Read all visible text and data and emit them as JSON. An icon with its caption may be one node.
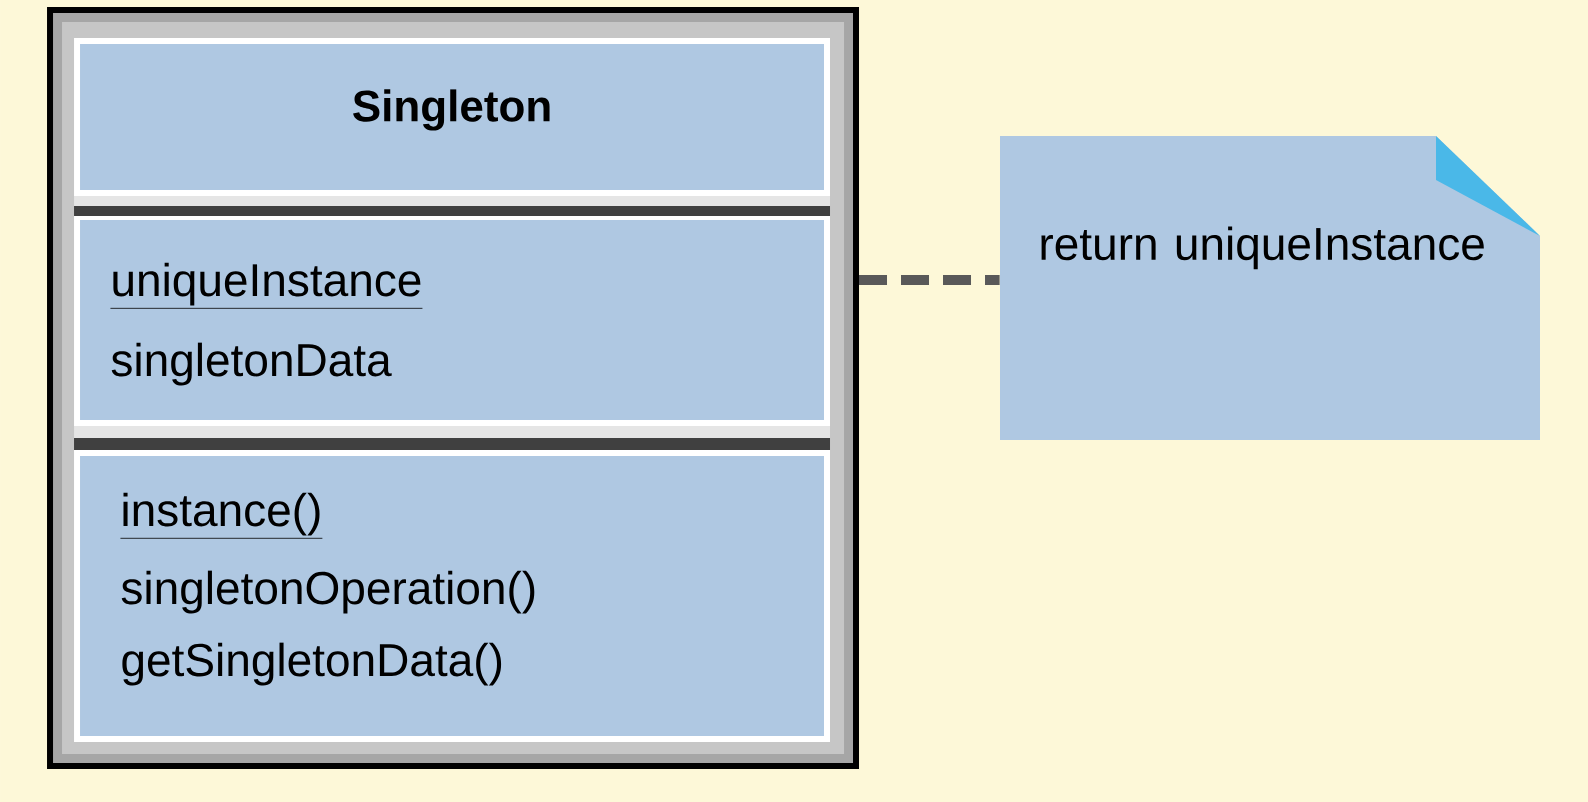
{
  "diagram": {
    "nodes": [
      {
        "text": [
          "Singleton",
          "uniqueInstance",
          "singletonData",
          "instance()",
          "singletonOperation()",
          "getSingletonData()"
        ]
      },
      {
        "text": [
          "return uniqueInstance"
        ]
      }
    ],
    "edges": [
      {
        "from": 0,
        "to": 1,
        "arrow": "none",
        "style": "dashed"
      }
    ]
  }
}
